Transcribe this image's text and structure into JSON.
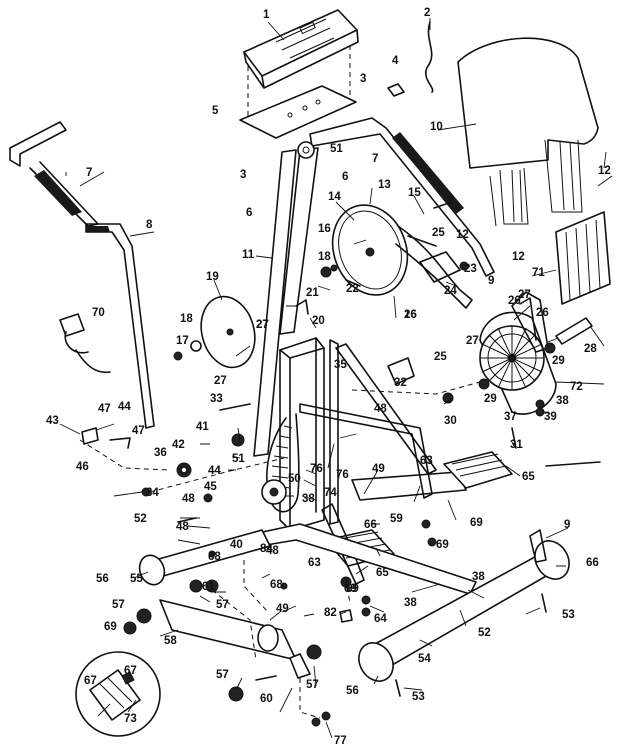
{
  "diagram": {
    "type": "exploded parts diagram",
    "callouts": [
      "1",
      "2",
      "3",
      "3",
      "4",
      "5",
      "6",
      "6",
      "7",
      "7",
      "8",
      "9",
      "9",
      "10",
      "11",
      "12",
      "12",
      "12",
      "13",
      "14",
      "15",
      "16",
      "16",
      "17",
      "18",
      "18",
      "19",
      "20",
      "21",
      "22",
      "23",
      "24",
      "25",
      "25",
      "26",
      "26",
      "26",
      "27",
      "27",
      "27",
      "27",
      "27",
      "28",
      "29",
      "29",
      "30",
      "31",
      "32",
      "33",
      "34",
      "35",
      "36",
      "37",
      "38",
      "38",
      "38",
      "38",
      "39",
      "40",
      "41",
      "42",
      "43",
      "44",
      "44",
      "45",
      "46",
      "47",
      "47",
      "48",
      "48",
      "48",
      "48",
      "49",
      "49",
      "50",
      "51",
      "51",
      "52",
      "52",
      "53",
      "53",
      "54",
      "55",
      "56",
      "56",
      "57",
      "57",
      "57",
      "57",
      "58",
      "59",
      "60",
      "61",
      "63",
      "63",
      "64",
      "65",
      "65",
      "66",
      "66",
      "67",
      "67",
      "68",
      "68",
      "69",
      "69",
      "69",
      "69",
      "69",
      "70",
      "71",
      "72",
      "73",
      "74",
      "76",
      "76",
      "77",
      "82",
      "84"
    ]
  }
}
